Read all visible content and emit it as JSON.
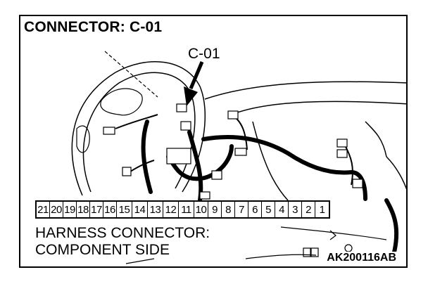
{
  "diagram": {
    "title": "CONNECTOR: C-01",
    "callout_label": "C-01",
    "pins": [
      "21",
      "20",
      "19",
      "18",
      "17",
      "16",
      "15",
      "14",
      "13",
      "12",
      "11",
      "10",
      "9",
      "8",
      "7",
      "6",
      "5",
      "4",
      "3",
      "2",
      "1"
    ],
    "caption_line1": "HARNESS CONNECTOR:",
    "caption_line2": "COMPONENT SIDE",
    "figure_code": "AK200116AB"
  }
}
